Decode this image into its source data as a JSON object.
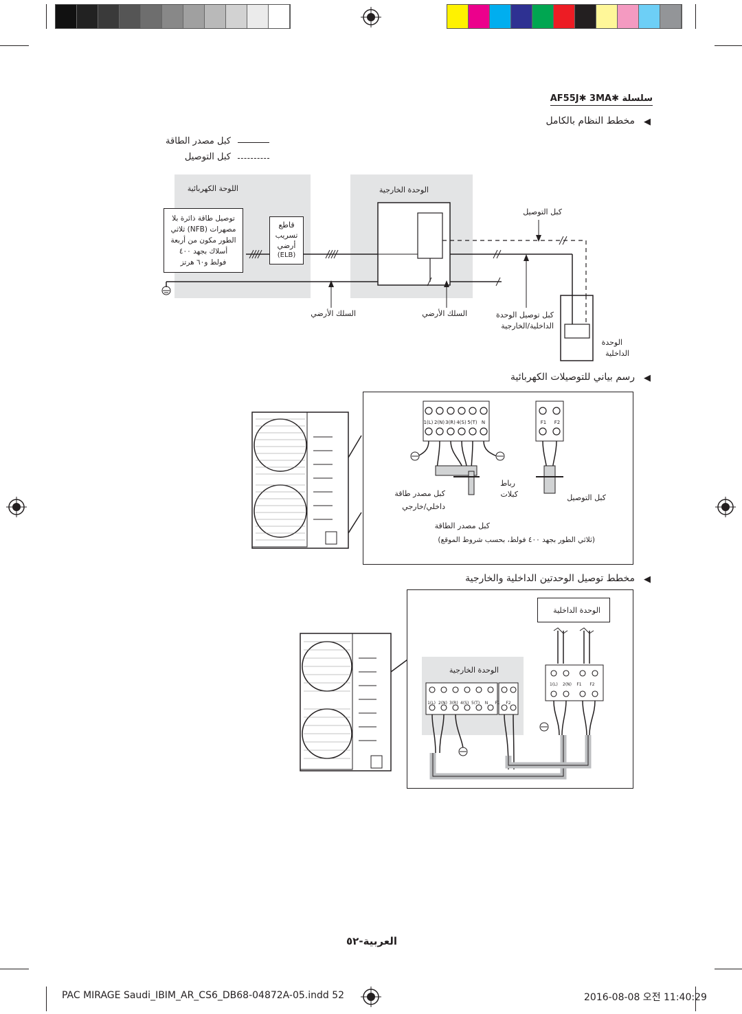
{
  "color_bar": {
    "greys": [
      "#111111",
      "#222222",
      "#3a3a3a",
      "#555555",
      "#6e6e6e",
      "#888888",
      "#a0a0a0",
      "#b9b9b9",
      "#d2d2d2",
      "#ebebeb",
      "#ffffff"
    ],
    "colors": [
      "#fff200",
      "#ec008c",
      "#00aeef",
      "#2e3192",
      "#00a651",
      "#ed1c24",
      "#231f20",
      "#fff799",
      "#f49ac1",
      "#6dcff6",
      "#939598"
    ]
  },
  "heading": "AF55J✱ 3MA✱ سلسلة",
  "section1_title": "مخطط النظام بالكامل",
  "legend": {
    "power": "كبل مصدر الطاقة",
    "comm": "كبل التوصيل"
  },
  "diagram1": {
    "panel_label": "اللوحة الكهربائية",
    "outdoor_label": "الوحدة الخارجية",
    "supply_lines": [
      "توصيل طاقة ذائرة بلا",
      "مصهرات (NFB) ثلاثي",
      "الطور مكون من أربعة",
      "أسلاك بجهد ٤٠٠",
      "فولط و٦٠ هرتز"
    ],
    "elb_lines": [
      "قاطع",
      "تسريب",
      "أرضي"
    ],
    "elb_code": "(ELB)",
    "comm_cable": "كبل التوصيل",
    "ground1": "السلك الأرضي",
    "ground2": "السلك الأرضي",
    "unit_cable_1": "كبل توصيل الوحدة",
    "unit_cable_2": "الداخلية/الخارجية",
    "indoor_1": "الوحدة",
    "indoor_2": "الداخلية"
  },
  "section2_title": "رسم بياني للتوصيلات الكهربائية",
  "diagram2": {
    "terminals_left": [
      "1(L)",
      "2(N)",
      "3(R)",
      "4(S)",
      "5(T)",
      "N"
    ],
    "terminals_right": [
      "F1",
      "F2"
    ],
    "tie": "رباط",
    "cables": "كبلات",
    "power_label": "كبل مصدر طاقة",
    "inout_label": "داخلي/خارجي",
    "comm_label": "كبل التوصيل",
    "power_bottom": "كبل مصدر الطاقة",
    "note": "(ثلاثي الطور بجهد ٤٠٠ فولط، بحسب شروط الموقع)"
  },
  "section3_title": "مخطط توصيل الوحدتين الداخلية والخارجية",
  "diagram3": {
    "indoor_unit": "الوحدة الداخلية",
    "outdoor_unit": "الوحدة الخارجية",
    "terminals_outdoor": [
      "1(L)",
      "2(N)",
      "3(R)",
      "4(S)",
      "5(T)",
      "N",
      "F1",
      "F2"
    ],
    "terminals_indoor": [
      "1(L)",
      "2(N)",
      "F1",
      "F2"
    ]
  },
  "page_number": "العربية-٥٢",
  "footer": {
    "file": "PAC MIRAGE Saudi_IBIM_AR_CS6_DB68-04872A-05.indd   52",
    "date": "2016-08-08   오전 11:40:29"
  }
}
